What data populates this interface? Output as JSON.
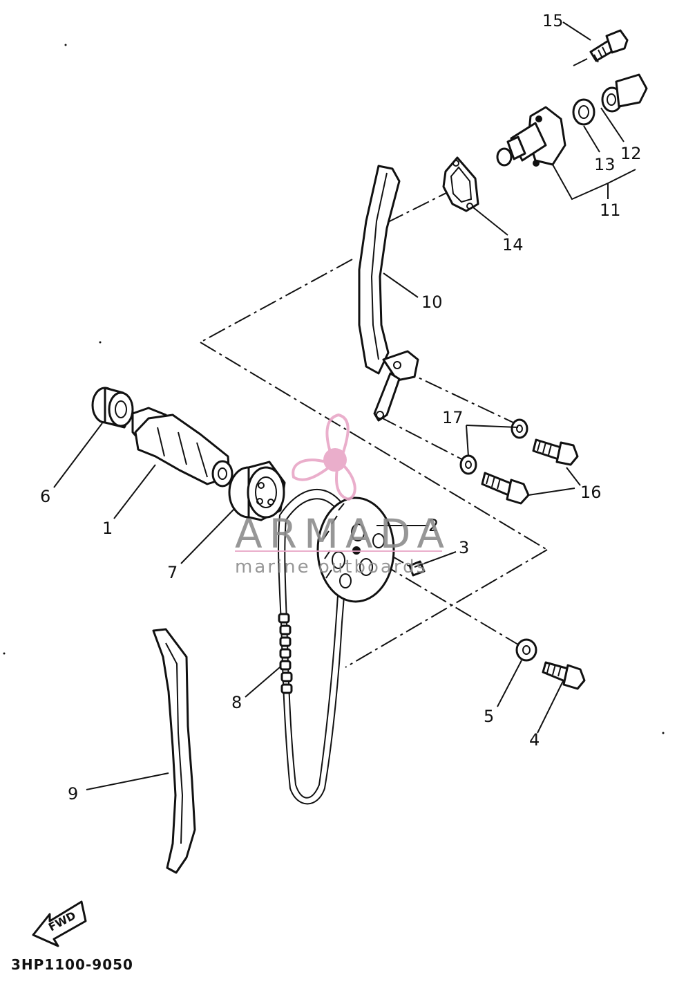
{
  "diagram": {
    "part_labels": [
      {
        "id": "label-1",
        "text": "1"
      },
      {
        "id": "label-2",
        "text": "2"
      },
      {
        "id": "label-3",
        "text": "3"
      },
      {
        "id": "label-4",
        "text": "4"
      },
      {
        "id": "label-5",
        "text": "5"
      },
      {
        "id": "label-6",
        "text": "6"
      },
      {
        "id": "label-7",
        "text": "7"
      },
      {
        "id": "label-8",
        "text": "8"
      },
      {
        "id": "label-9",
        "text": "9"
      },
      {
        "id": "label-10",
        "text": "10"
      },
      {
        "id": "label-11",
        "text": "11"
      },
      {
        "id": "label-12",
        "text": "12"
      },
      {
        "id": "label-13",
        "text": "13"
      },
      {
        "id": "label-14",
        "text": "14"
      },
      {
        "id": "label-15",
        "text": "15"
      },
      {
        "id": "label-16",
        "text": "16"
      },
      {
        "id": "label-17",
        "text": "17"
      }
    ],
    "direction_arrow_text": "FWD",
    "drawing_code": "3HP1100-9050"
  },
  "watermark": {
    "brand": "ARMADA",
    "tagline": "marine outboards",
    "logo_color": "#e8a6c6"
  }
}
